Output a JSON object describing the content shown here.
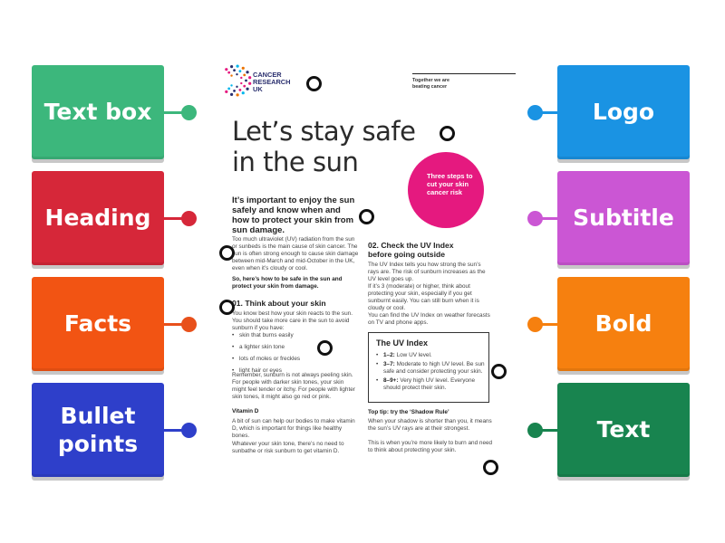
{
  "labels": {
    "left": [
      {
        "text": "Text box",
        "color": "#3cb77c",
        "dot": "#3cb77c"
      },
      {
        "text": "Heading",
        "color": "#d62739",
        "dot": "#d62739"
      },
      {
        "text": "Facts",
        "color": "#f25413",
        "dot": "#e8501b"
      },
      {
        "text": "Bullet\npoints",
        "color": "#2e3fca",
        "dot": "#2e3fca"
      }
    ],
    "right": [
      {
        "text": "Logo",
        "color": "#1a93e3",
        "dot": "#1a93e3"
      },
      {
        "text": "Subtitle",
        "color": "#cb56d4",
        "dot": "#cb56d4"
      },
      {
        "text": "Bold",
        "color": "#f6800f",
        "dot": "#f6800f"
      },
      {
        "text": "Text",
        "color": "#18844f",
        "dot": "#18844f"
      }
    ]
  },
  "doc": {
    "logo_line1": "CANCER",
    "logo_line2": "RESEARCH",
    "logo_line3": "UK",
    "tagline_1": "Together we are",
    "tagline_2": "beating cancer",
    "title_1": "Let’s stay safe",
    "title_2": "in the sun",
    "circle_text": "Three steps to cut your skin cancer risk",
    "intro_bold": "It’s important to enjoy the sun safely and know when and how to protect your skin from sun damage.",
    "intro_text": "Too much ultraviolet (UV) radiation from the sun or sunbeds is the main cause of skin cancer. The sun is often strong enough to cause skin damage between mid-March and mid-October in the UK, even when it’s cloudy or cool.",
    "intro_bold_2": "So, here’s how to be safe in the sun and protect your skin from damage.",
    "s1_heading": "01. Think about your skin",
    "s1_text": "You know best how your skin reacts to the sun. You should take more care in the sun to avoid sunburn if you have:",
    "s1_bullets": [
      "skin that burns easily",
      "a lighter skin tone",
      "lots of moles or freckles",
      "light hair or eyes"
    ],
    "s1_after": "Remember, sunburn is not always peeling skin. For people with darker skin tones, your skin might feel tender or itchy. For people with lighter skin tones, it might also go red or pink.",
    "vitd_heading": "Vitamin D",
    "vitd_text_1": "A bit of sun can help our bodies to make vitamin D, which is important for things like healthy bones.",
    "vitd_text_2": "Whatever your skin tone, there’s no need to sunbathe or risk sunburn to get vitamin D.",
    "s2_heading": "02. Check the UV Index before going outside",
    "s2_text_1": "The UV Index tells you how strong the sun’s rays are. The risk of sunburn increases as the UV level goes up.",
    "s2_text_2": "If it’s 3 (moderate) or higher, think about protecting your skin, especially if you get sunburnt easily. You can still burn when it is cloudy or cool.",
    "s2_text_3": "You can find the UV Index on weather forecasts on TV and phone apps.",
    "uv_box_title": "The UV Index",
    "uv_items": [
      {
        "range": "1–2:",
        "desc": "Low UV level."
      },
      {
        "range": "3–7:",
        "desc": "Moderate to high UV level. Be sun safe and consider protecting your skin."
      },
      {
        "range": "8–9+:",
        "desc": "Very high UV level. Everyone should protect their skin."
      }
    ],
    "tip_heading": "Top tip: try the ‘Shadow Rule’",
    "tip_text_1": "When your shadow is shorter than you, it means the sun’s UV rays are at their strongest.",
    "tip_text_2": "This is when you’re more likely to burn and need to think about protecting your skin."
  }
}
